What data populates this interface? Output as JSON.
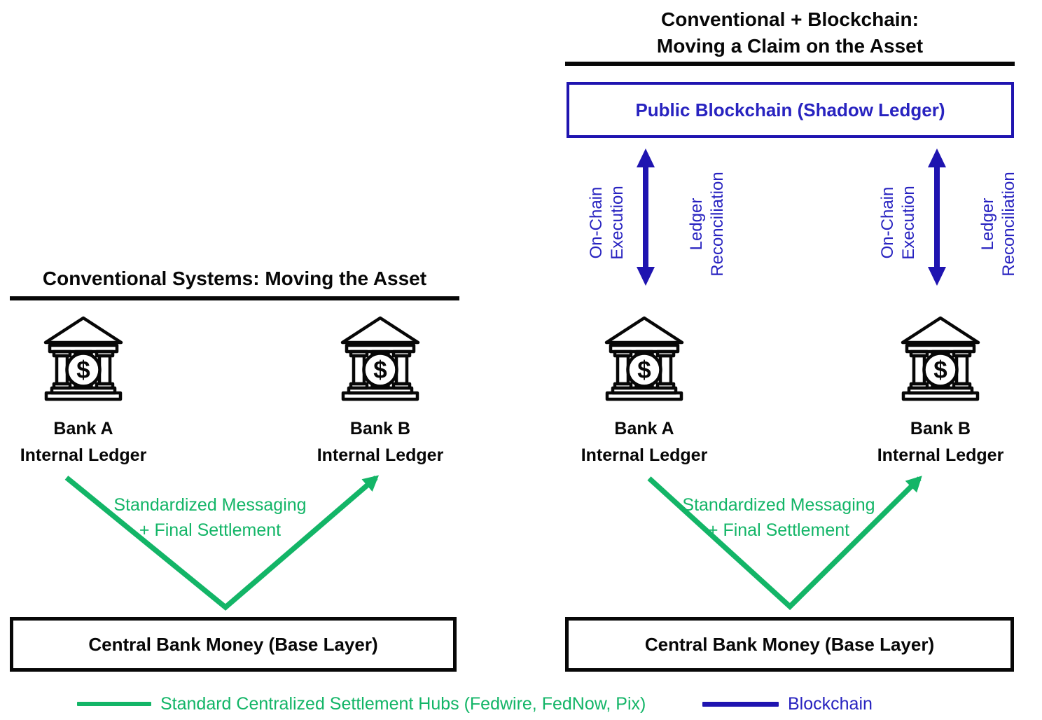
{
  "colors": {
    "green": "#13B567",
    "blue_line": "#1F14B0",
    "blue_text": "#2823C0",
    "black": "#070707"
  },
  "left": {
    "title": "Conventional Systems: Moving the Asset",
    "bank_a_line1": "Bank A",
    "bank_a_line2": "Internal Ledger",
    "bank_b_line1": "Bank B",
    "bank_b_line2": "Internal Ledger",
    "flow_line1": "Standardized Messaging",
    "flow_line2": "+ Final Settlement",
    "base_box": "Central Bank Money (Base Layer)"
  },
  "right": {
    "title_line1": "Conventional + Blockchain:",
    "title_line2": "Moving a Claim on the Asset",
    "blockchain_box": "Public Blockchain (Shadow Ledger)",
    "onchain_line1": "On-Chain",
    "onchain_line2": "Execution",
    "ledger_line1": "Ledger",
    "ledger_line2": "Reconciliation",
    "bank_a_line1": "Bank A",
    "bank_a_line2": "Internal Ledger",
    "bank_b_line1": "Bank B",
    "bank_b_line2": "Internal Ledger",
    "flow_line1": "Standardized Messaging",
    "flow_line2": "+ Final Settlement",
    "base_box": "Central Bank Money (Base Layer)"
  },
  "legend": {
    "settlement": "Standard Centralized Settlement Hubs (Fedwire, FedNow, Pix)",
    "blockchain": "Blockchain"
  },
  "bank_icon": {
    "symbol": "$"
  }
}
